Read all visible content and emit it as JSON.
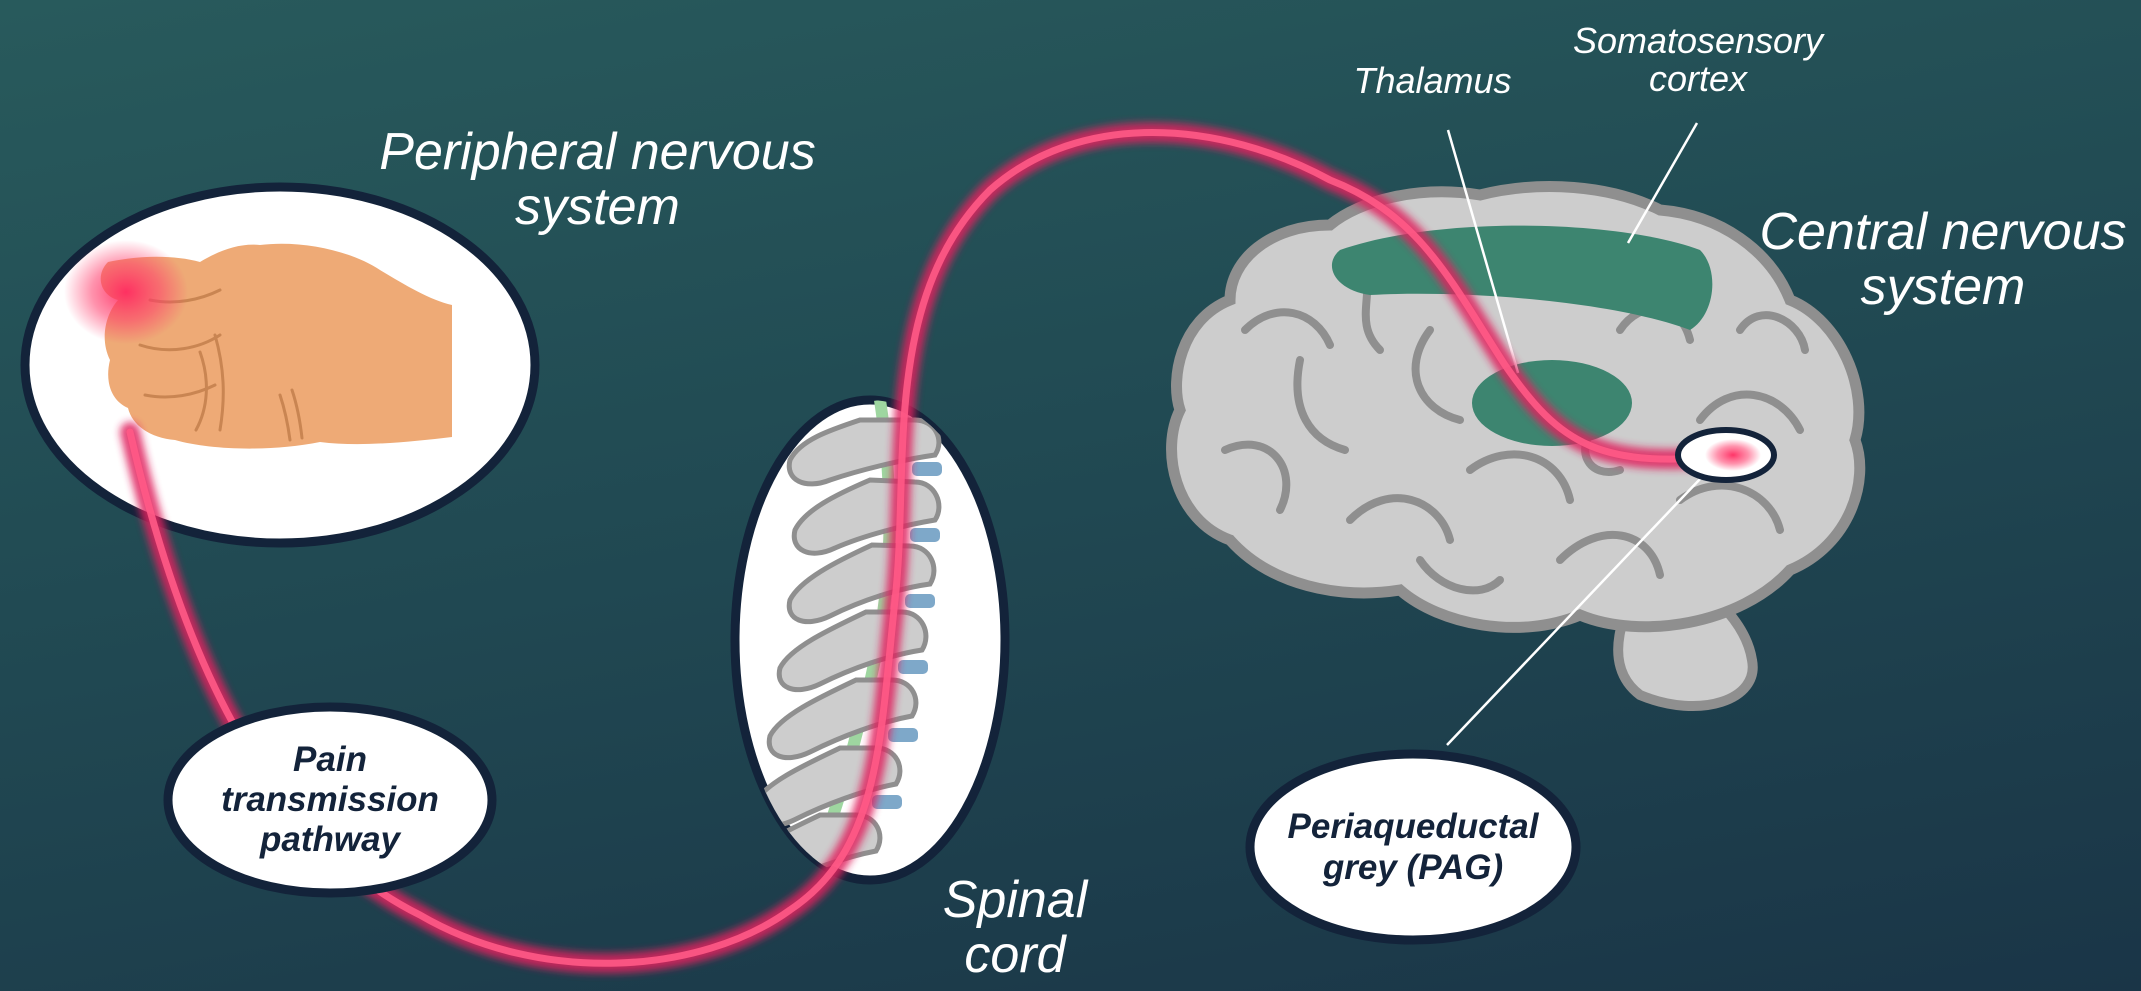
{
  "labels": {
    "peripheral": "Peripheral nervous system",
    "central": "Central nervous system",
    "thalamus": "Thalamus",
    "somatosensory": "Somatosensory cortex",
    "spinal": "Spinal cord",
    "pain_pathway": "Pain transmission pathway",
    "pag": "Periaqueductal grey (PAG)"
  },
  "colors": {
    "background_top": "#285a5c",
    "background_bottom": "#1a3547",
    "pathway": "#e0245e",
    "brain": "#cdcdcd",
    "brain_outline": "#8f8f8f",
    "thalamus_cortex": "#3d8570",
    "skin": "#eeaa76",
    "oval_fill": "#ffffff",
    "oval_border": "#13233a"
  }
}
